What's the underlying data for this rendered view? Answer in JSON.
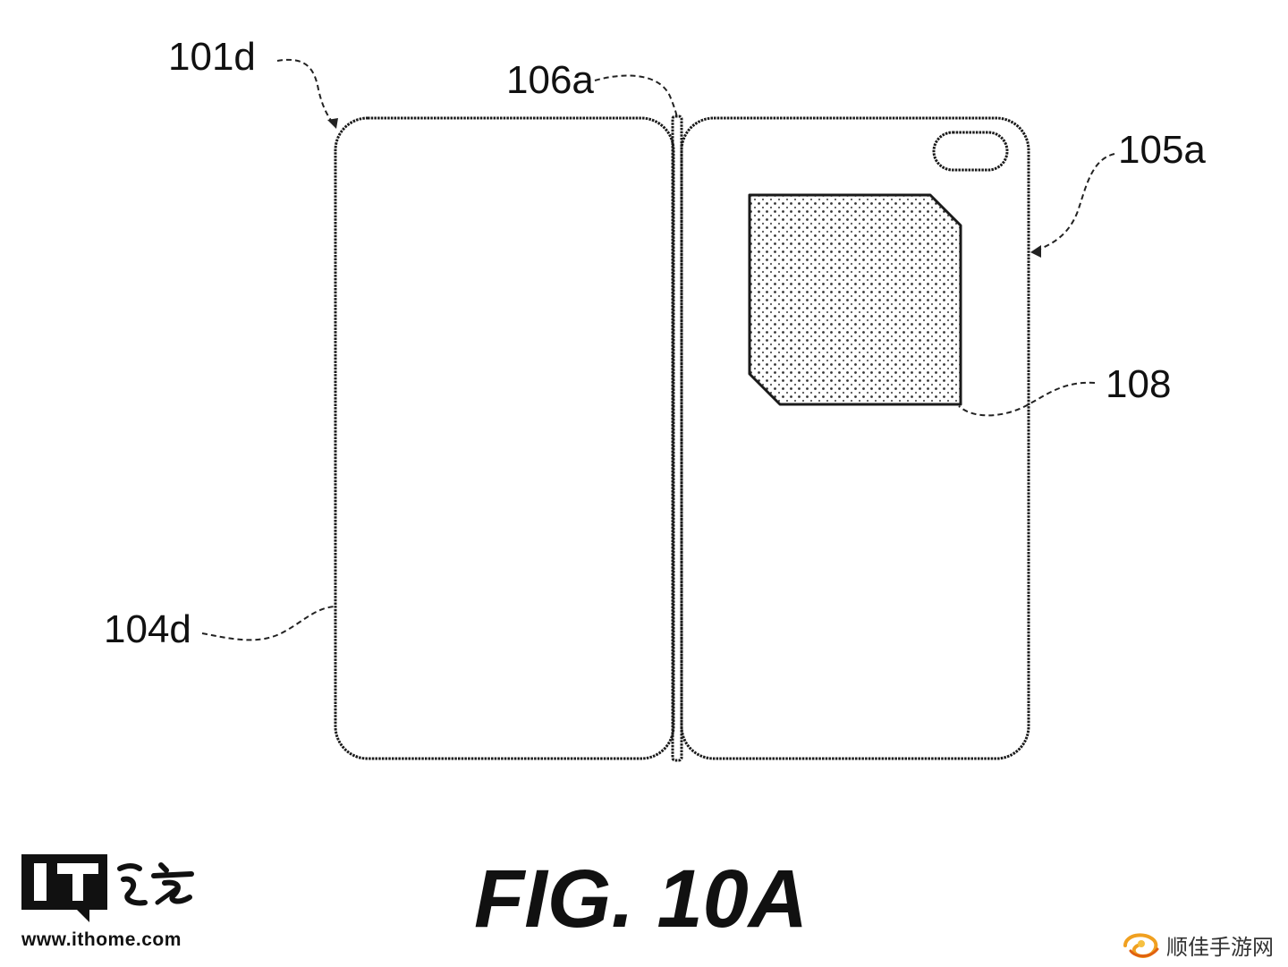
{
  "labels": {
    "housing": "101d",
    "hinge": "106a",
    "back_cover": "105a",
    "panel": "108",
    "edge": "104d"
  },
  "caption": "FIG. 10A",
  "watermarks": {
    "ithome_url": "www.ithome.com",
    "ithome_logo_text": "IT之家",
    "site_name": "顺佳手游网"
  },
  "icons": {
    "camera": "camera-lens-icon",
    "ithome_logo": "ithome-logo-icon",
    "site_logo": "swirl-logo-icon"
  }
}
